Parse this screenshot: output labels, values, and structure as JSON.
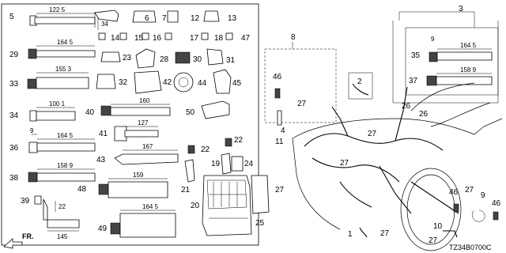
{
  "diagram": {
    "code": "TZ34B0700C",
    "direction_label": "FR.",
    "callouts": [
      "1",
      "2",
      "3",
      "4",
      "5",
      "6",
      "7",
      "8",
      "9",
      "10",
      "11",
      "12",
      "13",
      "14",
      "15",
      "16",
      "17",
      "18",
      "19",
      "20",
      "21",
      "22",
      "23",
      "24",
      "25",
      "26",
      "27",
      "28",
      "29",
      "30",
      "31",
      "32",
      "33",
      "34",
      "35",
      "36",
      "37",
      "38",
      "39",
      "40",
      "41",
      "42",
      "43",
      "44",
      "45",
      "46",
      "47",
      "48",
      "49",
      "50"
    ],
    "dimensions": [
      "122 5",
      "34",
      "164 5",
      "155 3",
      "100 1",
      "9",
      "164 5",
      "158 9",
      "22",
      "145",
      "160",
      "127",
      "167",
      "159",
      "164 5",
      "9",
      "164 5",
      "158 9"
    ]
  }
}
